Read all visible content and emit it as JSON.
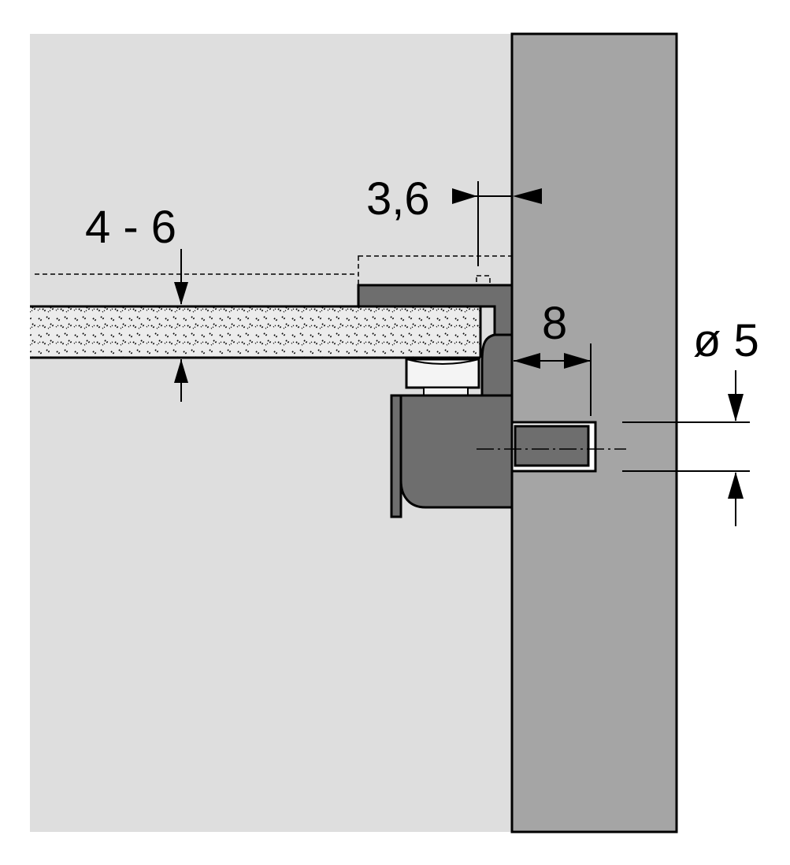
{
  "dimensions": {
    "thickness_range": "4 - 6",
    "offset": "3,6",
    "depth": "8",
    "diameter": "ø 5"
  },
  "colors": {
    "background": "#ffffff",
    "cabinet_panel": "#dedede",
    "wall": "#a5a5a5",
    "bracket": "#6e6e6e",
    "shelf_fill": "#ececec",
    "outline": "#000000"
  }
}
